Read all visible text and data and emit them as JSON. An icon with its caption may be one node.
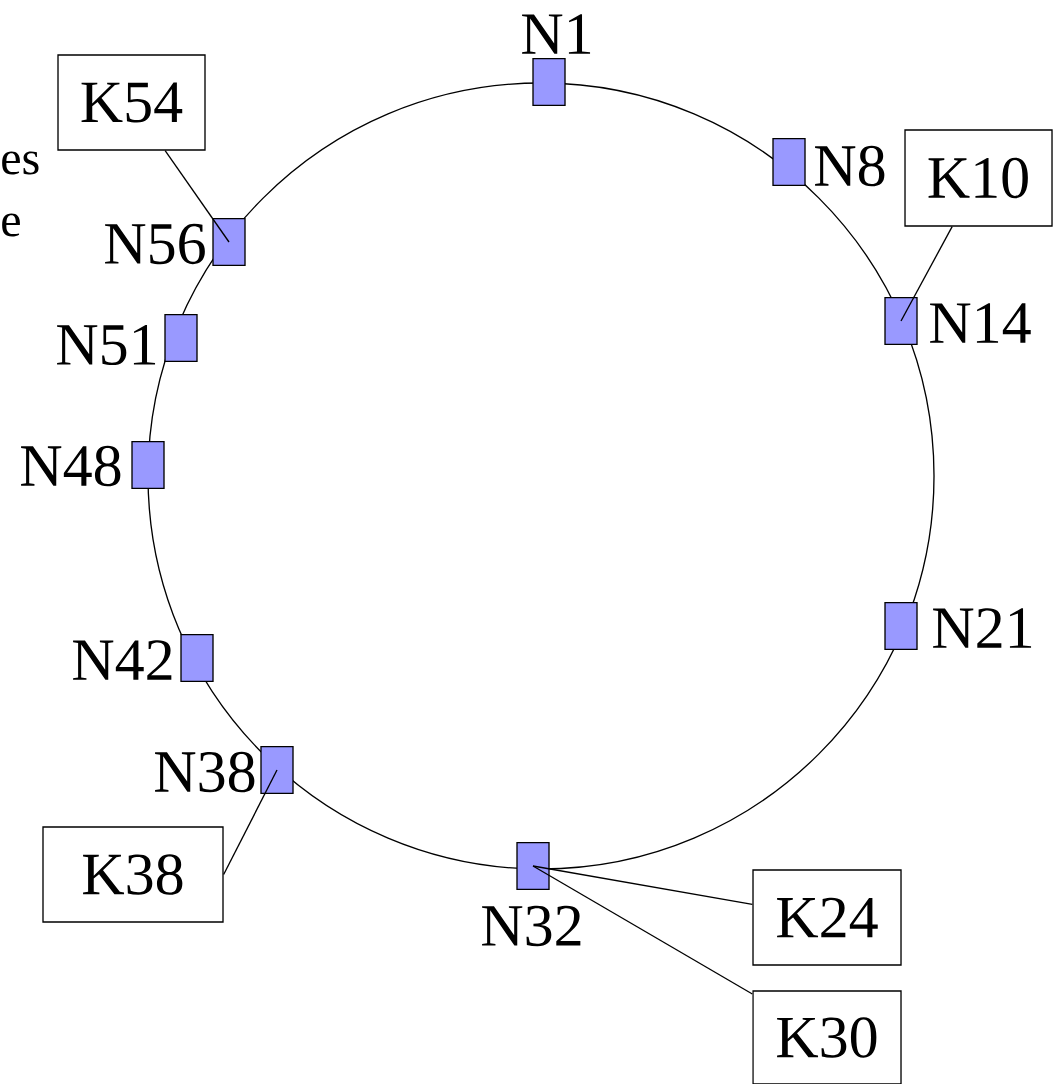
{
  "diagram": {
    "nodes": [
      {
        "text": [],
        "shape": "box",
        "beside": [
          "N1"
        ]
      },
      {
        "text": [],
        "shape": "box",
        "beside": [
          "N8"
        ]
      },
      {
        "text": [],
        "shape": "box",
        "beside": [
          "N14"
        ]
      },
      {
        "text": [],
        "shape": "box",
        "beside": [
          "N21"
        ]
      },
      {
        "text": [],
        "shape": "box",
        "beside": [
          "N32"
        ]
      },
      {
        "text": [],
        "shape": "box",
        "beside": [
          "N38"
        ]
      },
      {
        "text": [],
        "shape": "box",
        "beside": [
          "N42"
        ]
      },
      {
        "text": [],
        "shape": "box",
        "beside": [
          "N48"
        ]
      },
      {
        "text": [],
        "shape": "box",
        "beside": [
          "N51"
        ]
      },
      {
        "text": [],
        "shape": "box",
        "beside": [
          "N56"
        ]
      },
      {
        "text": [
          "K54"
        ]
      },
      {
        "text": [
          "K10"
        ]
      },
      {
        "text": [
          "K38"
        ]
      },
      {
        "text": [
          "K24"
        ]
      },
      {
        "text": [
          "K30"
        ]
      }
    ],
    "edges": [
      {
        "from": 10,
        "to": 9,
        "arrow": "none"
      },
      {
        "from": 11,
        "to": 2,
        "arrow": "none"
      },
      {
        "from": 12,
        "to": 5,
        "arrow": "none"
      },
      {
        "from": 13,
        "to": 4,
        "arrow": "none"
      },
      {
        "from": 14,
        "to": 4,
        "arrow": "none"
      }
    ],
    "labels": [
      "es",
      "e"
    ]
  }
}
